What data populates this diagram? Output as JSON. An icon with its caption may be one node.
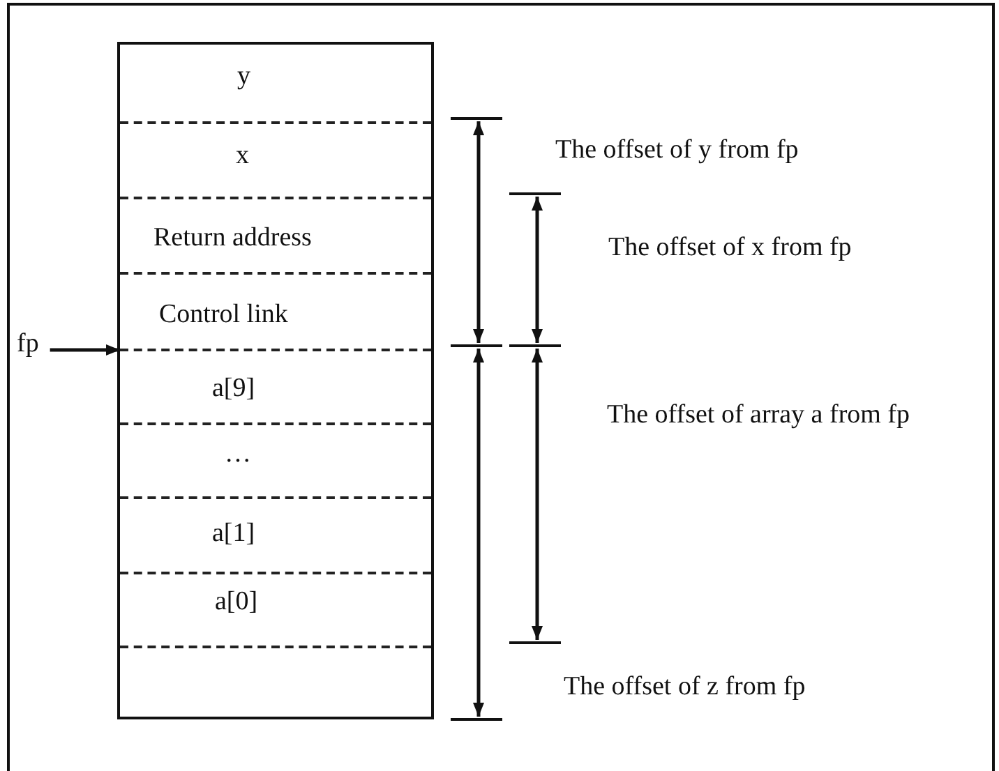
{
  "diagram": {
    "nodes": [
      {
        "text": [],
        "shape": "box"
      },
      {
        "text": [
          "y"
        ],
        "in": 0
      },
      {
        "text": [
          "x"
        ],
        "in": 0
      },
      {
        "text": [
          "Return address"
        ],
        "in": 0
      },
      {
        "text": [
          "Control link"
        ],
        "in": 0
      },
      {
        "text": [
          "a[9]"
        ],
        "in": 0
      },
      {
        "text": [
          "…"
        ],
        "in": 0
      },
      {
        "text": [
          "a[1]"
        ],
        "in": 0
      },
      {
        "text": [
          "a[0]"
        ],
        "in": 0
      },
      {
        "text": [],
        "shape": "box",
        "in": 0
      },
      {
        "text": [
          "fp"
        ]
      }
    ],
    "edges": [
      {
        "from": 10,
        "to": 5,
        "arrow": "to"
      }
    ],
    "labels": [
      "The offset of y from fp",
      "The offset of x from fp",
      "The offset of array a from fp",
      "The offset of z from fp"
    ]
  }
}
